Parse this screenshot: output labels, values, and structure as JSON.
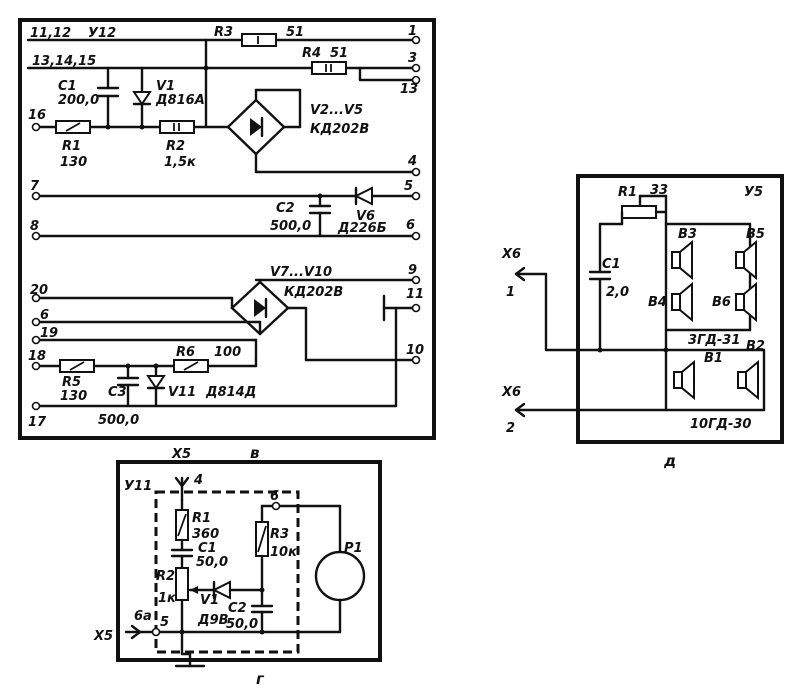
{
  "panel_v": {
    "caption": "в",
    "unit": "У12",
    "terminals_left": [
      "11,12",
      "13,14,15",
      "16",
      "7",
      "8",
      "20",
      "6",
      "19",
      "18",
      "17"
    ],
    "terminals_right": [
      "1",
      "3",
      "13",
      "4",
      "5",
      "6",
      "9",
      "11",
      "10"
    ],
    "components": {
      "R3": {
        "ref": "R3",
        "value": "51"
      },
      "R4": {
        "ref": "R4",
        "value": "51"
      },
      "C1": {
        "ref": "C1",
        "value": "200,0"
      },
      "V1": {
        "ref": "V1",
        "value": "Д816А"
      },
      "R1": {
        "ref": "R1",
        "value": "130"
      },
      "R2": {
        "ref": "R2",
        "value": "1,5к"
      },
      "bridge1": {
        "ref": "V2...V5",
        "value": "КД202В"
      },
      "C2": {
        "ref": "C2",
        "value": "500,0"
      },
      "V6": {
        "ref": "V6",
        "value": "Д226Б"
      },
      "bridge2": {
        "ref": "V7...V10",
        "value": "КД202В"
      },
      "R6": {
        "ref": "R6",
        "value": "100"
      },
      "R5": {
        "ref": "R5",
        "value": "130"
      },
      "C3": {
        "ref": "C3",
        "value": "500,0"
      },
      "V11": {
        "ref": "V11",
        "value": "Д814Д"
      }
    }
  },
  "panel_g": {
    "caption": "г",
    "unit": "У11",
    "connector_top": "X5",
    "connector_left": "X5",
    "pin_top": "4",
    "pin_right": "6",
    "pin_left": "5",
    "pin_label": "6а",
    "components": {
      "R1": {
        "ref": "R1",
        "value": "360"
      },
      "C1": {
        "ref": "C1",
        "value": "50,0"
      },
      "R2": {
        "ref": "R2",
        "value": "1к"
      },
      "V1": {
        "ref": "V1",
        "value": "Д9В"
      },
      "R3": {
        "ref": "R3",
        "value": "10к"
      },
      "C2": {
        "ref": "C2",
        "value": "50,0"
      },
      "P1": {
        "ref": "P1"
      }
    }
  },
  "panel_d": {
    "caption": "д",
    "unit": "У5",
    "connector_1": "X6",
    "pin_1": "1",
    "connector_2": "X6",
    "pin_2": "2",
    "components": {
      "R1": {
        "ref": "R1",
        "value": "33"
      },
      "C1": {
        "ref": "C1",
        "value": "2,0"
      },
      "speakers_upper": [
        "B3",
        "B5",
        "B4",
        "B6"
      ],
      "speakers_upper_type": "3ГД-31",
      "speakers_lower": [
        "B1",
        "B2"
      ],
      "speakers_lower_type": "10ГД-30"
    }
  }
}
